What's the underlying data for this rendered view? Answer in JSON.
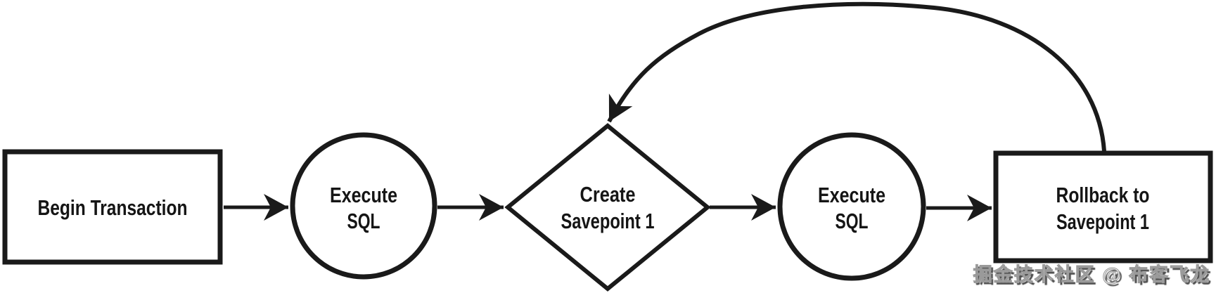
{
  "diagram": {
    "type": "flowchart",
    "background_color": "#ffffff",
    "stroke_color": "#1a1a1a",
    "nodes": [
      {
        "id": "begin-transaction",
        "shape": "rectangle",
        "label": "Begin Transaction"
      },
      {
        "id": "execute-sql-1",
        "shape": "circle",
        "line1": "Execute",
        "line2": "SQL"
      },
      {
        "id": "create-savepoint-1",
        "shape": "diamond",
        "line1": "Create",
        "line2": "Savepoint 1"
      },
      {
        "id": "execute-sql-2",
        "shape": "circle",
        "line1": "Execute",
        "line2": "SQL"
      },
      {
        "id": "rollback-to-savepoint-1",
        "shape": "rectangle",
        "line1": "Rollback to",
        "line2": "Savepoint 1"
      }
    ],
    "edges": [
      {
        "from": "begin-transaction",
        "to": "execute-sql-1",
        "style": "straight-arrow"
      },
      {
        "from": "execute-sql-1",
        "to": "create-savepoint-1",
        "style": "straight-arrow"
      },
      {
        "from": "create-savepoint-1",
        "to": "execute-sql-2",
        "style": "straight-arrow"
      },
      {
        "from": "execute-sql-2",
        "to": "rollback-to-savepoint-1",
        "style": "straight-arrow"
      },
      {
        "from": "rollback-to-savepoint-1",
        "to": "create-savepoint-1",
        "style": "curved-arrow-loop-back"
      }
    ]
  },
  "watermark": {
    "text": "掘金技术社区 @ 布客飞龙"
  }
}
